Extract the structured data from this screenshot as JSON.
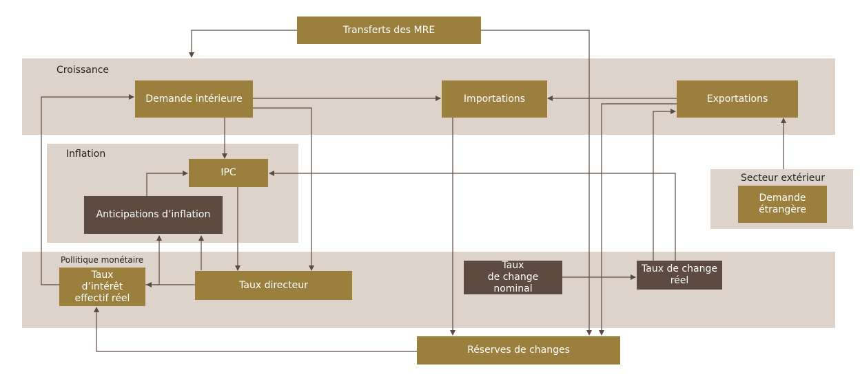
{
  "colors": {
    "band": "#ddd3ca",
    "gold_box": "#9a7f3d",
    "brown_box": "#5d4a41",
    "arrow": "#5d4a41"
  },
  "groups": {
    "croissance": "Croissance",
    "inflation": "Inflation",
    "politique_monetaire": "Pollitique monétaire",
    "secteur_exterieur": "Secteur extérieur"
  },
  "nodes": {
    "transferts_mre": "Transferts des MRE",
    "demande_interieure": "Demande intérieure",
    "importations": "Importations",
    "exportations": "Exportations",
    "ipc": "IPC",
    "anticipations_inflation": "Anticipations d’inflation",
    "demande_etrangere": "Demande\nétrangère",
    "taux_interet_effectif": "Taux\nd’intérêt\neffectif réel",
    "taux_directeur": "Taux directeur",
    "taux_change_nominal": "Taux\nde change nominal",
    "taux_change_reel": "Taux de change\nréel",
    "reserves_changes": "Réserves de changes"
  }
}
